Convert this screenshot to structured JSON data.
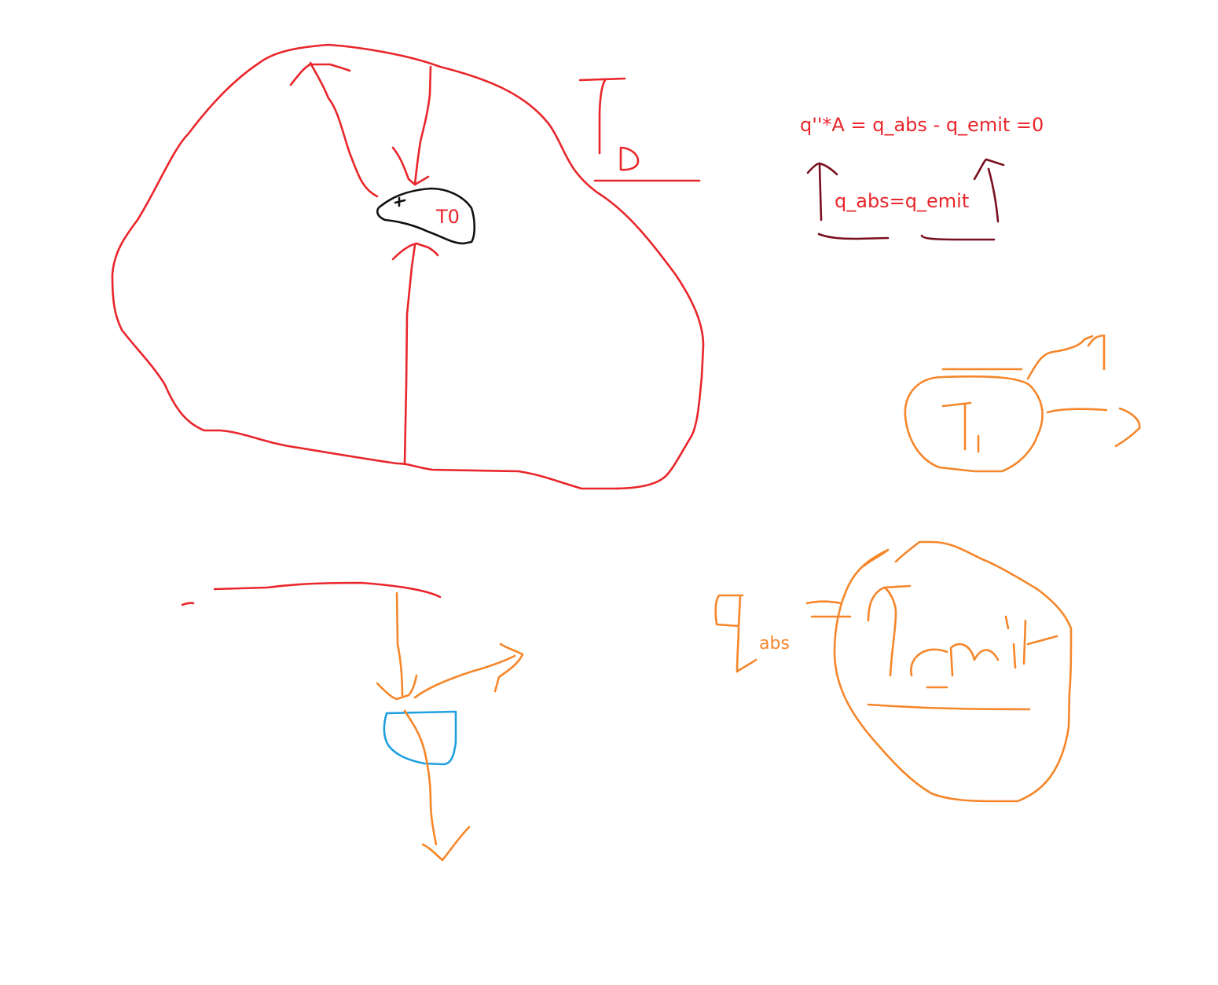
{
  "colors": {
    "red": "#e8262b",
    "dark_red": "#7a0f1f",
    "black": "#111111",
    "orange": "#f5862a",
    "blue": "#1d9fe0"
  },
  "labels": {
    "t0": "T0",
    "equation": "q''*A = q_abs - q_emit =0",
    "balance": "q_abs=q_emit",
    "abs_subscript": "abs"
  }
}
